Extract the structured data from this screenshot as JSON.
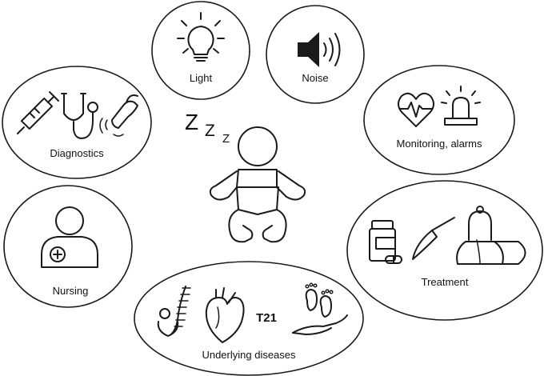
{
  "center": {
    "sleep_letters": [
      "Z",
      "Z",
      "Z"
    ]
  },
  "nodes": {
    "light": "Light",
    "noise": "Noise",
    "diagnostics": "Diagnostics",
    "monitoring": "Monitoring, alarms",
    "nursing": "Nursing",
    "treatment": "Treatment",
    "underlying": "Underlying diseases",
    "t21": "T21"
  },
  "icons": {
    "light": "light-bulb-icon",
    "noise": "speaker-icon",
    "diagnostics": [
      "syringe-icon",
      "stethoscope-icon",
      "ultrasound-probe-icon"
    ],
    "monitoring": [
      "heart-rate-icon",
      "alarm-siren-icon"
    ],
    "nursing": "nurse-icon",
    "treatment": [
      "medicine-bottle-icon",
      "scalpel-icon",
      "breast-pump-icon"
    ],
    "underlying": [
      "spine-icon",
      "heart-icon",
      "footprints-hand-icon"
    ]
  },
  "colors": {
    "stroke": "#1a1a1a",
    "background": "#ffffff"
  }
}
